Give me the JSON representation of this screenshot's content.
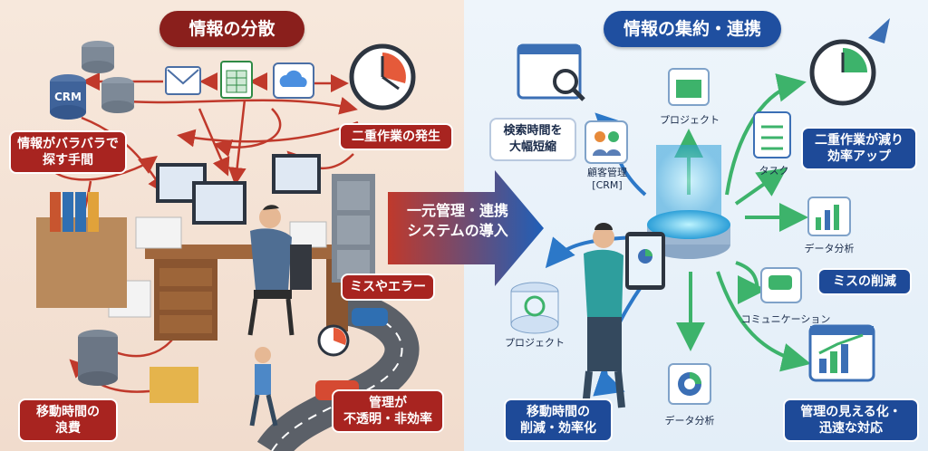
{
  "left": {
    "title": "情報の分散",
    "crm_label": "CRM",
    "labels": {
      "search": [
        "情報がバラバラで",
        "探す手間"
      ],
      "double_work": "二重作業の発生",
      "errors": "ミスやエラー",
      "travel": [
        "移動時間の",
        "浪費"
      ],
      "opaque": [
        "管理が",
        "不透明・非効率"
      ]
    }
  },
  "center": {
    "arrow_text": [
      "一元管理・連携",
      "システムの導入"
    ]
  },
  "right": {
    "title": "情報の集約・連携",
    "labels": {
      "search_time": [
        "検索時間を",
        "大幅短縮"
      ],
      "crm": [
        "顧客管理",
        "[CRM]"
      ],
      "project_top": "プロジェクト",
      "task": "タスク",
      "double_work": [
        "二重作業が減り",
        "効率アップ"
      ],
      "data_analysis_right": "データ分析",
      "fewer_errors": "ミスの削減",
      "communication": "コミュニケーション",
      "project_left": "プロジェクト",
      "data_analysis_bottom": "データ分析",
      "travel": [
        "移動時間の",
        "削減・効率化"
      ],
      "visible": [
        "管理の見える化・",
        "迅速な対応"
      ]
    }
  },
  "colors": {
    "left_accent": "#a82420",
    "right_accent": "#1e4a98",
    "arrow_red": "#c0392b",
    "arrow_green": "#3db36b",
    "arrow_blue": "#2c78c8"
  }
}
